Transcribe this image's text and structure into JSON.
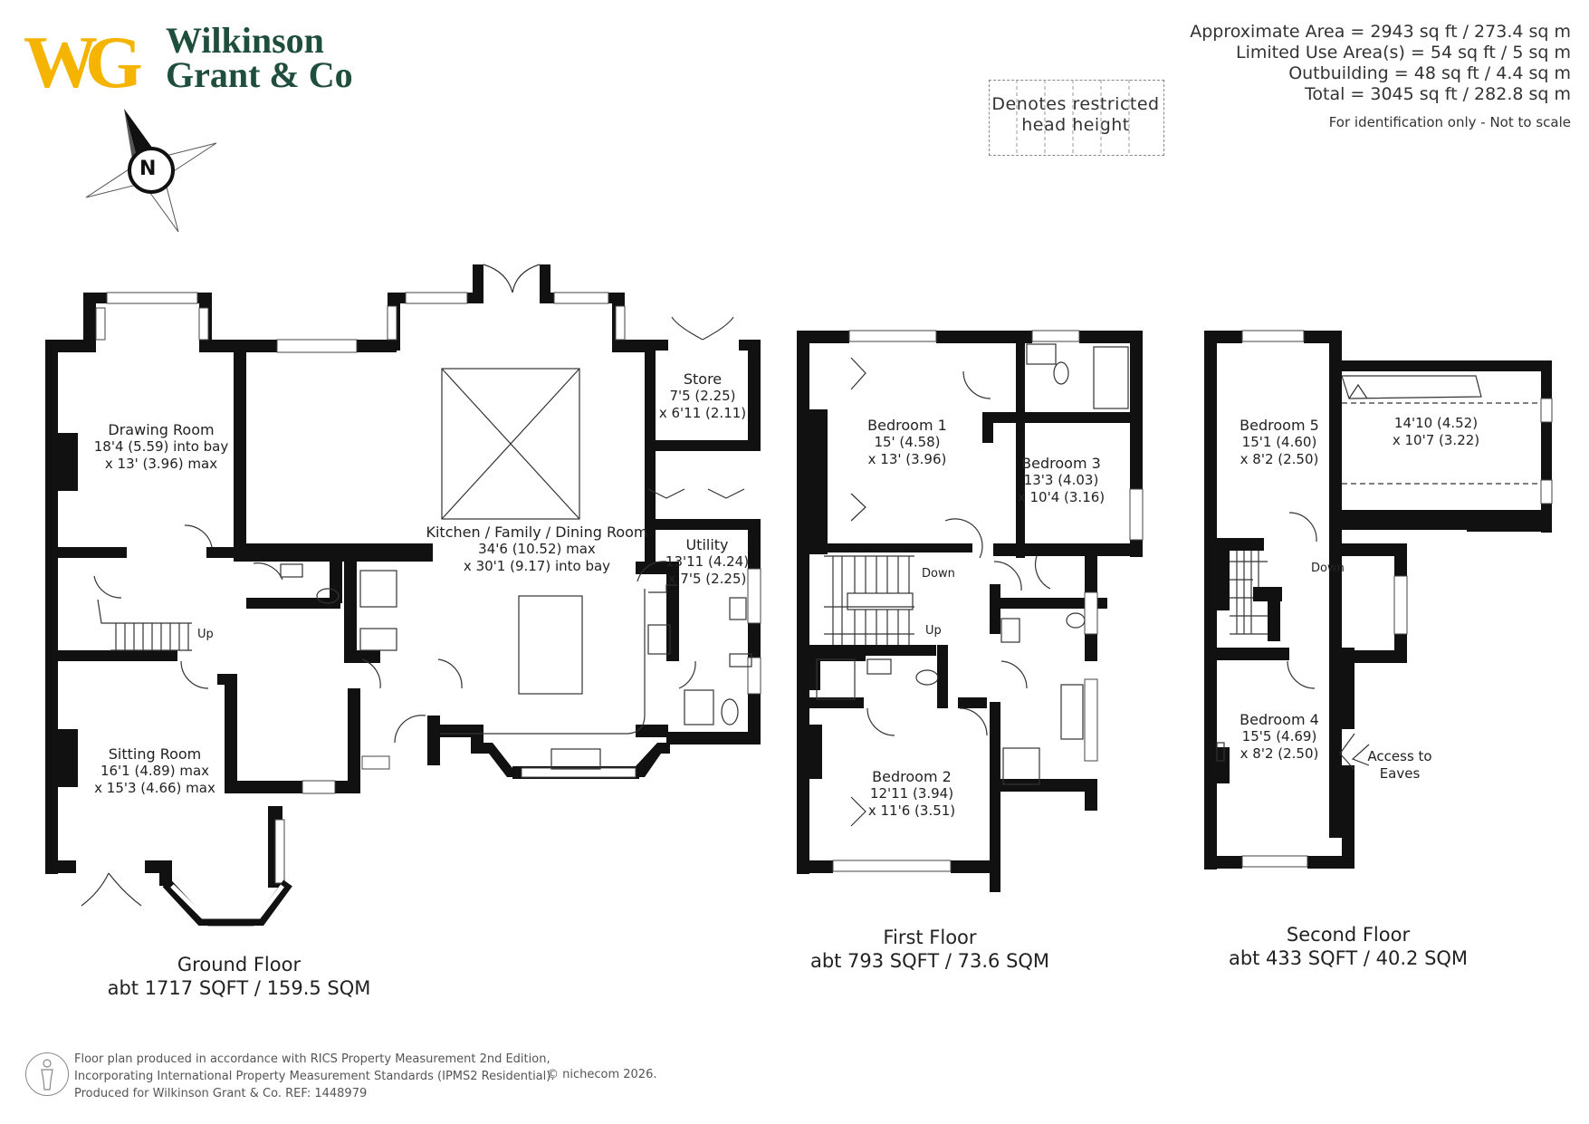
{
  "brand": {
    "mark": "WG",
    "name_line1": "Wilkinson",
    "name_line2": "Grant & Co",
    "mark_color": "#f4b400",
    "name_color": "#1f4e3d"
  },
  "compass": {
    "label": "N"
  },
  "areas": {
    "approximate": "Approximate Area = 2943 sq ft / 273.4 sq m",
    "limited": "Limited Use Area(s) = 54 sq ft / 5 sq m",
    "outbuilding": "Outbuilding = 48 sq ft / 4.4 sq m",
    "total": "Total = 3045 sq ft / 282.8 sq m",
    "note": "For identification only - Not to scale"
  },
  "legend": {
    "line1": "Denotes restricted",
    "line2": "head height"
  },
  "rooms": {
    "drawing": {
      "name": "Drawing Room",
      "d1": "18'4 (5.59) into bay",
      "d2": "x 13' (3.96) max"
    },
    "sitting": {
      "name": "Sitting Room",
      "d1": "16'1 (4.89) max",
      "d2": "x 15'3 (4.66) max"
    },
    "kitchen": {
      "name": "Kitchen / Family / Dining  Room",
      "d1": "34'6 (10.52) max",
      "d2": "x 30'1 (9.17) into bay"
    },
    "store": {
      "name": "Store",
      "d1": "7'5 (2.25)",
      "d2": "x 6'11 (2.11)"
    },
    "utility": {
      "name": "Utility",
      "d1": "13'11 (4.24)",
      "d2": "x 7'5 (2.25)"
    },
    "bed1": {
      "name": "Bedroom 1",
      "d1": "15' (4.58)",
      "d2": "x 13' (3.96)"
    },
    "bed2": {
      "name": "Bedroom 2",
      "d1": "12'11 (3.94)",
      "d2": "x 11'6 (3.51)"
    },
    "bed3": {
      "name": "Bedroom 3",
      "d1": "13'3 (4.03)",
      "d2": "x 10'4 (3.16)"
    },
    "bed4": {
      "name": "Bedroom 4",
      "d1": "15'5 (4.69)",
      "d2": "x 8'2 (2.50)"
    },
    "bed5": {
      "name": "Bedroom 5",
      "d1": "15'1 (4.60)",
      "d2": "x 8'2 (2.50)"
    },
    "eaves_room": {
      "d1": "14'10 (4.52)",
      "d2": "x 10'7 (3.22)"
    }
  },
  "labels": {
    "up_ground": "Up",
    "up_first": "Up",
    "down_first": "Down",
    "down_second": "Down",
    "access_eaves_1": "Access to",
    "access_eaves_2": "Eaves"
  },
  "floors": {
    "ground": {
      "title": "Ground Floor",
      "area": "abt 1717 SQFT / 159.5 SQM"
    },
    "first": {
      "title": "First Floor",
      "area": "abt 793 SQFT / 73.6 SQM"
    },
    "second": {
      "title": "Second Floor",
      "area": "abt 433 SQFT / 40.2 SQM"
    }
  },
  "footer": {
    "line1": "Floor plan produced in accordance with RICS Property Measurement 2nd Edition,",
    "line2": "Incorporating International Property Measurement Standards (IPMS2 Residential).",
    "line3": "Produced for Wilkinson Grant & Co.   REF:  1448979",
    "copyright": "©  nichecom    2026."
  }
}
